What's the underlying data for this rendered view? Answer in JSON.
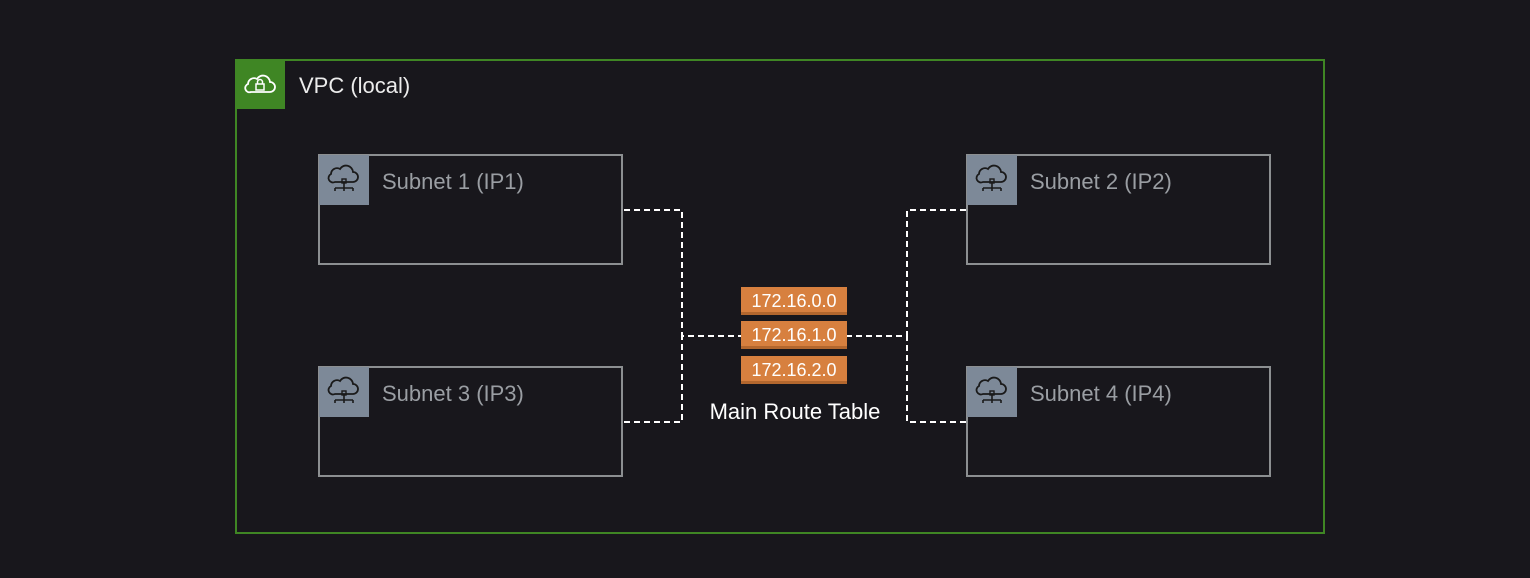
{
  "vpc": {
    "title": "VPC (local)",
    "border_color": "#3f8624",
    "icon": "cloud-lock-icon"
  },
  "subnets": [
    {
      "label": "Subnet 1 (IP1)",
      "icon": "cloud-network-icon"
    },
    {
      "label": "Subnet 2 (IP2)",
      "icon": "cloud-network-icon"
    },
    {
      "label": "Subnet 3 (IP3)",
      "icon": "cloud-network-icon"
    },
    {
      "label": "Subnet 4 (IP4)",
      "icon": "cloud-network-icon"
    }
  ],
  "route_table": {
    "entries": [
      "172.16.0.0",
      "172.16.1.0",
      "172.16.2.0"
    ],
    "label": "Main Route Table",
    "entry_color": "#d7803f"
  },
  "colors": {
    "background": "#18171c",
    "subnet_border": "#8c8f91",
    "subnet_icon_bg": "#7d8998",
    "connector": "#ffffff"
  }
}
